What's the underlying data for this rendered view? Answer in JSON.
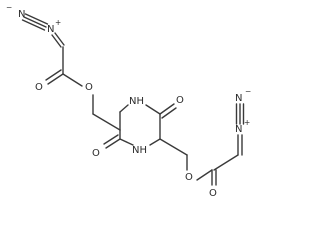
{
  "labels": {
    "diazo_left": {
      "n1": "N",
      "n2": "N",
      "minus": "−",
      "plus": "+"
    },
    "diazo_right": {
      "n1": "N",
      "n2": "N",
      "minus": "−",
      "plus": "+"
    },
    "ester_left": {
      "carbonyl_o": "O",
      "ester_o": "O"
    },
    "ester_right": {
      "carbonyl_o": "O",
      "ester_o": "O"
    },
    "ring": {
      "nh_top": "NH",
      "nh_bottom": "NH",
      "o_top": "O",
      "o_bottom": "O"
    }
  }
}
